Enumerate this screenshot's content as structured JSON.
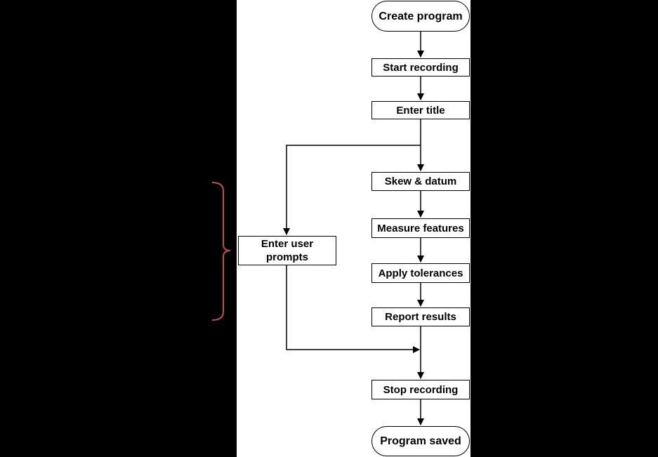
{
  "flowchart": {
    "nodes": [
      {
        "id": "create_program",
        "label": "Create program",
        "shape": "terminator"
      },
      {
        "id": "start_recording",
        "label": "Start recording",
        "shape": "process"
      },
      {
        "id": "enter_title",
        "label": "Enter title",
        "shape": "process"
      },
      {
        "id": "skew_datum",
        "label": "Skew & datum",
        "shape": "process"
      },
      {
        "id": "measure_features",
        "label": "Measure features",
        "shape": "process"
      },
      {
        "id": "apply_tolerances",
        "label": "Apply tolerances",
        "shape": "process"
      },
      {
        "id": "report_results",
        "label": "Report results",
        "shape": "process"
      },
      {
        "id": "stop_recording",
        "label": "Stop recording",
        "shape": "process"
      },
      {
        "id": "program_saved",
        "label": "Program saved",
        "shape": "terminator"
      },
      {
        "id": "enter_user_prompts",
        "label": "Enter user prompts",
        "shape": "process"
      }
    ],
    "edges": [
      {
        "from": "create_program",
        "to": "start_recording"
      },
      {
        "from": "start_recording",
        "to": "enter_title"
      },
      {
        "from": "enter_title",
        "to": "skew_datum"
      },
      {
        "from": "enter_title",
        "to": "enter_user_prompts"
      },
      {
        "from": "skew_datum",
        "to": "measure_features"
      },
      {
        "from": "measure_features",
        "to": "apply_tolerances"
      },
      {
        "from": "apply_tolerances",
        "to": "report_results"
      },
      {
        "from": "report_results",
        "to": "stop_recording"
      },
      {
        "from": "enter_user_prompts",
        "to": "stop_recording"
      },
      {
        "from": "stop_recording",
        "to": "program_saved"
      }
    ],
    "annotation": {
      "type": "curly-brace",
      "side": "left",
      "color": "#c0504d",
      "target": "enter_user_prompts"
    },
    "colors": {
      "background": "#000000",
      "panel": "#ffffff",
      "line": "#000000",
      "brace": "#c0504d"
    }
  }
}
